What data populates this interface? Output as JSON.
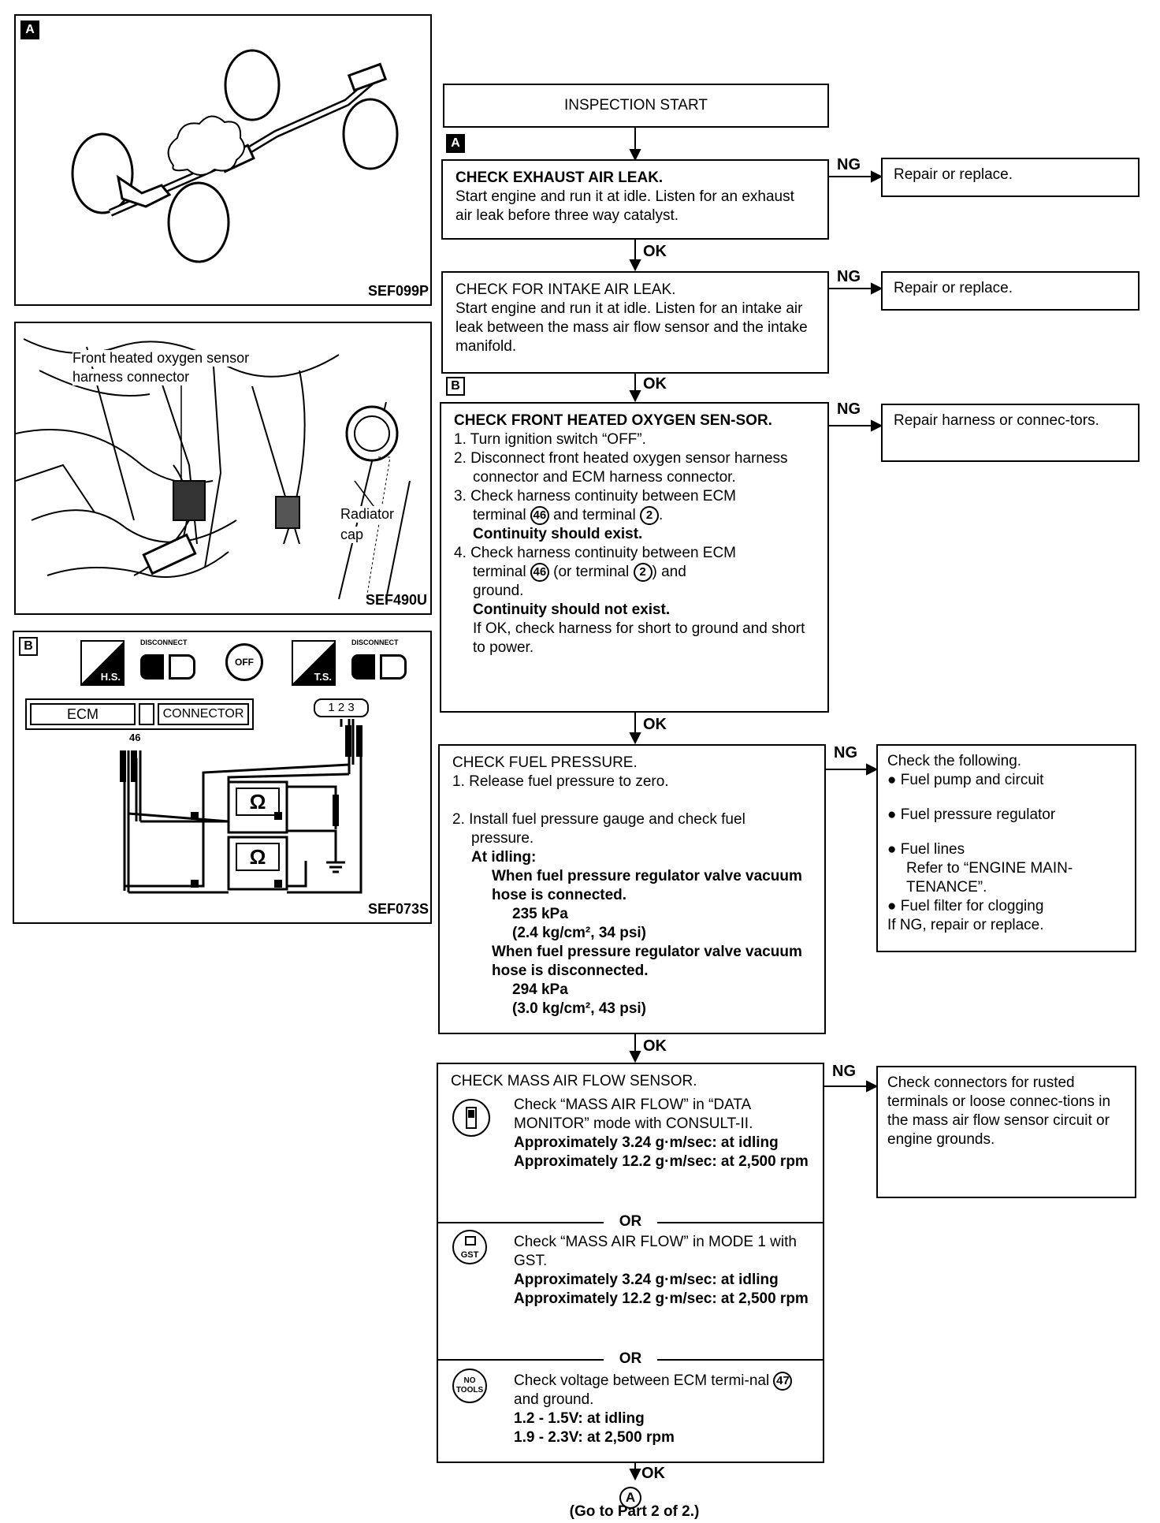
{
  "figures": {
    "a": {
      "tag": "A",
      "code": "SEF099P"
    },
    "photo": {
      "label_line1": "Front heated oxygen sensor",
      "label_line2": "harness connector",
      "radiator_line1": "Radiator",
      "radiator_line2": "cap",
      "code": "SEF490U"
    },
    "b": {
      "tag": "B",
      "disconnect1": "DISCONNECT",
      "disconnect2": "DISCONNECT",
      "hs": "H.S.",
      "ts": "T.S.",
      "off": "OFF",
      "ecm": "ECM",
      "connector": "CONNECTOR",
      "pins": "1 2 3",
      "pin46": "46",
      "ohm1": "Ω",
      "ohm2": "Ω",
      "code": "SEF073S"
    }
  },
  "flow": {
    "start": "INSPECTION START",
    "tag_a": "A",
    "tag_b": "B",
    "ok": "OK",
    "ng": "NG",
    "step1": {
      "title": "CHECK EXHAUST AIR LEAK.",
      "body": "Start engine and run it at idle. Listen for an exhaust air leak before three way catalyst.",
      "result": "Repair or replace."
    },
    "step2": {
      "title": "CHECK FOR INTAKE AIR LEAK.",
      "body": "Start engine and run it at idle. Listen for an intake air leak between the mass air flow sensor and the intake manifold.",
      "result": "Repair or replace."
    },
    "step3": {
      "title": "CHECK FRONT HEATED OXYGEN SEN-SOR.",
      "i1": "1. Turn ignition switch “OFF”.",
      "i2": "2. Disconnect front heated oxygen sensor harness connector and ECM harness connector.",
      "i3a": "3. Check harness continuity between ECM",
      "i3b_pre": "terminal",
      "t46": "46",
      "i3b_mid": "and terminal",
      "t2": "2",
      "i3c": "Continuity should exist.",
      "i4a": "4. Check harness continuity between ECM",
      "i4b_pre": "terminal",
      "i4b_mid": "(or terminal",
      "i4b_post": ") and",
      "i4c": "ground.",
      "i4d": "Continuity should not exist.",
      "i4e": "If OK, check harness for short to ground and short to power.",
      "result": "Repair harness or connec-tors."
    },
    "step4": {
      "title": "CHECK FUEL PRESSURE.",
      "i1": "1. Release fuel pressure to zero.",
      "i2": "2. Install fuel pressure gauge and check fuel pressure.",
      "idle": "At idling:",
      "c1": "When fuel pressure regulator valve vacuum hose is connected.",
      "v1": "235 kPa",
      "v1b": "(2.4 kg/cm², 34 psi)",
      "c2": "When fuel pressure regulator valve vacuum hose is disconnected.",
      "v2": "294 kPa",
      "v2b": "(3.0 kg/cm², 43 psi)",
      "result_title": "Check the following.",
      "r1": "Fuel pump and circuit",
      "r2": "Fuel pressure regulator",
      "r3": "Fuel lines",
      "r3b": "Refer to “ENGINE MAIN-TENANCE”.",
      "r4": "Fuel filter for clogging",
      "r5": "If NG, repair or replace."
    },
    "step5": {
      "title": "CHECK MASS AIR FLOW SENSOR.",
      "a1": "Check “MASS AIR FLOW” in “DATA MONITOR” mode with CONSULT-II.",
      "a2": "Approximately 3.24 g·m/sec: at idling",
      "a3": "Approximately 12.2 g·m/sec: at 2,500 rpm",
      "or": "OR",
      "b1": "Check “MASS AIR FLOW” in MODE 1 with GST.",
      "b2": "Approximately 3.24 g·m/sec: at idling",
      "b3": "Approximately 12.2 g·m/sec: at 2,500 rpm",
      "c1_pre": "Check voltage between ECM termi-nal",
      "t47": "47",
      "c1_post": "and ground.",
      "c2": "1.2 - 1.5V: at idling",
      "c3": "1.9 - 2.3V: at 2,500 rpm",
      "gst": "GST",
      "notools": "NO TOOLS",
      "result": "Check connectors for rusted terminals or loose connec-tions in the mass air flow sensor circuit or engine grounds."
    },
    "end": {
      "ok": "OK",
      "marker": "A",
      "text": "(Go to Part 2 of 2.)"
    }
  }
}
